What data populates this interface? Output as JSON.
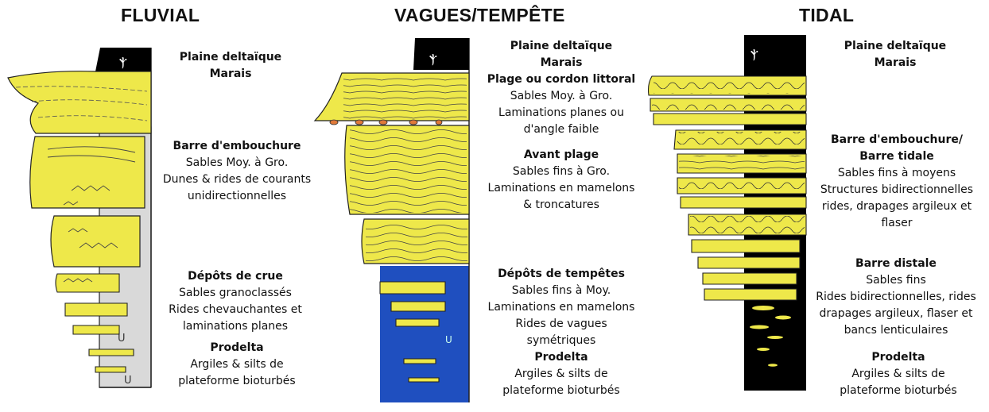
{
  "titles": {
    "fluvial": "FLUVIAL",
    "wave": "VAGUES/TEMPÊTE",
    "tidal": "TIDAL"
  },
  "colors": {
    "sand": "#eee84a",
    "mud": "#000000",
    "storm_mud": "#1f4fbf",
    "fluvial_mud": "#d9d9d9",
    "pebbles": "#e07a3a"
  },
  "fluvial": {
    "plain_head": "Plaine deltaïque",
    "plain_sub": "Marais",
    "mouth_head": "Barre d'embouchure",
    "mouth_l1": "Sables Moy. à Gro.",
    "mouth_l2": "Dunes & rides de courants",
    "mouth_l3": "unidirectionnelles",
    "flood_head": "Dépôts de crue",
    "flood_l1": "Sables granoclassés",
    "flood_l2": "Rides chevauchantes et",
    "flood_l3": "laminations planes",
    "pro_head": "Prodelta",
    "pro_l1": "Argiles & silts de",
    "pro_l2": "plateforme bioturbés"
  },
  "wave": {
    "plain_head": "Plaine deltaïque",
    "plain_sub": "Marais",
    "beach_head": "Plage ou cordon littoral",
    "beach_l1": "Sables Moy. à Gro.",
    "beach_l2": "Laminations planes ou",
    "beach_l3": "d'angle faible",
    "shore_head": "Avant plage",
    "shore_l1": "Sables fins à Gro.",
    "shore_l2": "Laminations en mamelons",
    "shore_l3": "& troncatures",
    "storm_head": "Dépôts de tempêtes",
    "storm_l1": "Sables fins à Moy.",
    "storm_l2": "Laminations en mamelons",
    "storm_l3": "Rides de vagues",
    "storm_l4": "symétriques",
    "pro_head": "Prodelta",
    "pro_l1": "Argiles & silts de",
    "pro_l2": "plateforme bioturbés"
  },
  "tidal": {
    "plain_head": "Plaine deltaïque",
    "plain_sub": "Marais",
    "mouth_head": "Barre d'embouchure/",
    "mouth_head2": "Barre tidale",
    "mouth_l1": "Sables fins à moyens",
    "mouth_l2": "Structures bidirectionnelles",
    "mouth_l3": "rides, drapages argileux et",
    "mouth_l4": "flaser",
    "distal_head": "Barre distale",
    "distal_l1": "Sables fins",
    "distal_l2": "Rides bidirectionnelles, rides",
    "distal_l3": "drapages argileux, flaser et",
    "distal_l4": "bancs lenticulaires",
    "pro_head": "Prodelta",
    "pro_l1": "Argiles & silts de",
    "pro_l2": "plateforme bioturbés"
  }
}
